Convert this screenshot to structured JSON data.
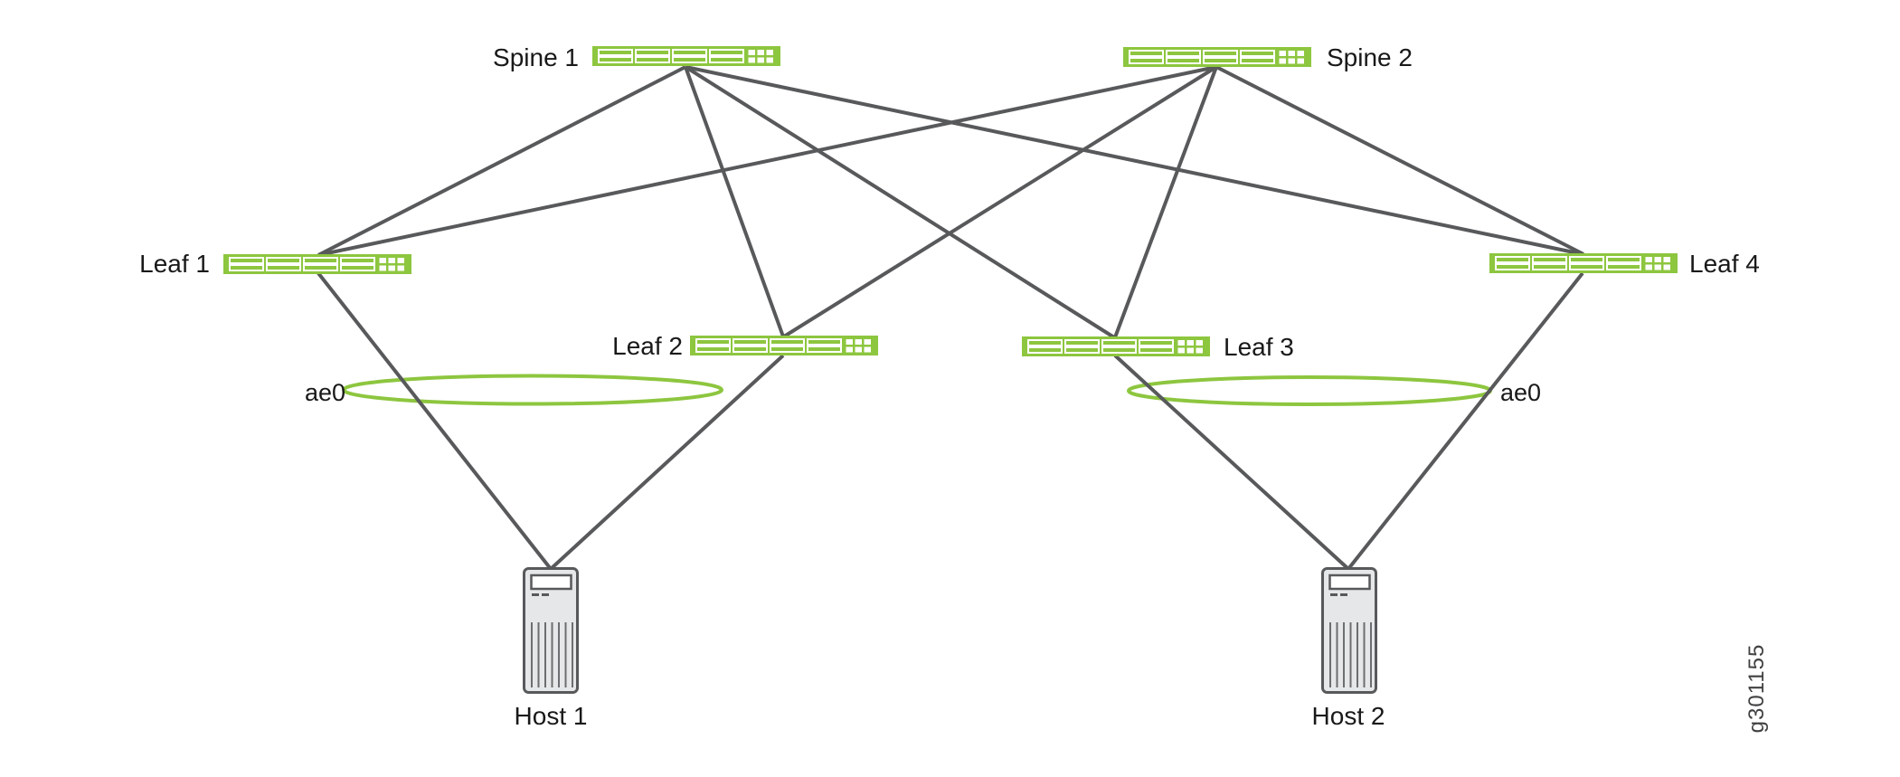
{
  "figure": {
    "type": "network-topology-diagram",
    "watermark": "g301155",
    "nodes": {
      "spine1": {
        "label": "Spine 1",
        "kind": "switch"
      },
      "spine2": {
        "label": "Spine 2",
        "kind": "switch"
      },
      "leaf1": {
        "label": "Leaf 1",
        "kind": "switch"
      },
      "leaf2": {
        "label": "Leaf 2",
        "kind": "switch"
      },
      "leaf3": {
        "label": "Leaf 3",
        "kind": "switch"
      },
      "leaf4": {
        "label": "Leaf 4",
        "kind": "switch"
      },
      "host1": {
        "label": "Host 1",
        "kind": "server"
      },
      "host2": {
        "label": "Host 2",
        "kind": "server"
      }
    },
    "lags": {
      "left": {
        "label": "ae0",
        "members": [
          "leaf1-host1",
          "leaf2-host1"
        ]
      },
      "right": {
        "label": "ae0",
        "members": [
          "leaf3-host2",
          "leaf4-host2"
        ]
      }
    },
    "links": [
      "spine1-leaf1",
      "spine1-leaf2",
      "spine1-leaf3",
      "spine1-leaf4",
      "spine2-leaf1",
      "spine2-leaf2",
      "spine2-leaf3",
      "spine2-leaf4",
      "leaf1-host1",
      "leaf2-host1",
      "leaf3-host2",
      "leaf4-host2"
    ],
    "colors": {
      "switch_green": "#8DC63F",
      "link_gray": "#58595B",
      "host_fill": "#E6E7E8",
      "host_stroke": "#58595B",
      "label_color": "#191919",
      "watermark_color": "#414042"
    }
  }
}
